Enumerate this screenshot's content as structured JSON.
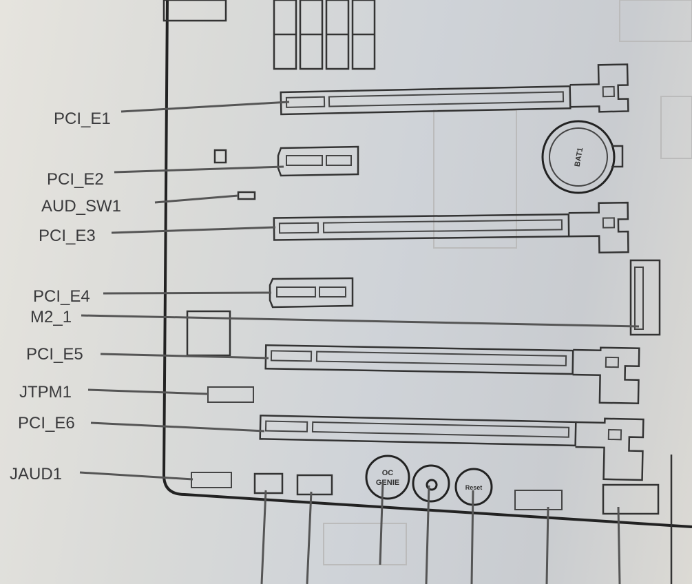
{
  "labels": {
    "pci_e1": "PCI_E1",
    "pci_e2": "PCI_E2",
    "aud_sw1": "AUD_SW1",
    "pci_e3": "PCI_E3",
    "pci_e4": "PCI_E4",
    "m2_1": "M2_1",
    "pci_e5": "PCI_E5",
    "jtpm1": "JTPM1",
    "pci_e6": "PCI_E6",
    "jaud1": "JAUD1"
  },
  "components": {
    "battery": "BAT1",
    "oc_genie_line1": "OC",
    "oc_genie_line2": "GENIE",
    "reset": "Reset"
  }
}
